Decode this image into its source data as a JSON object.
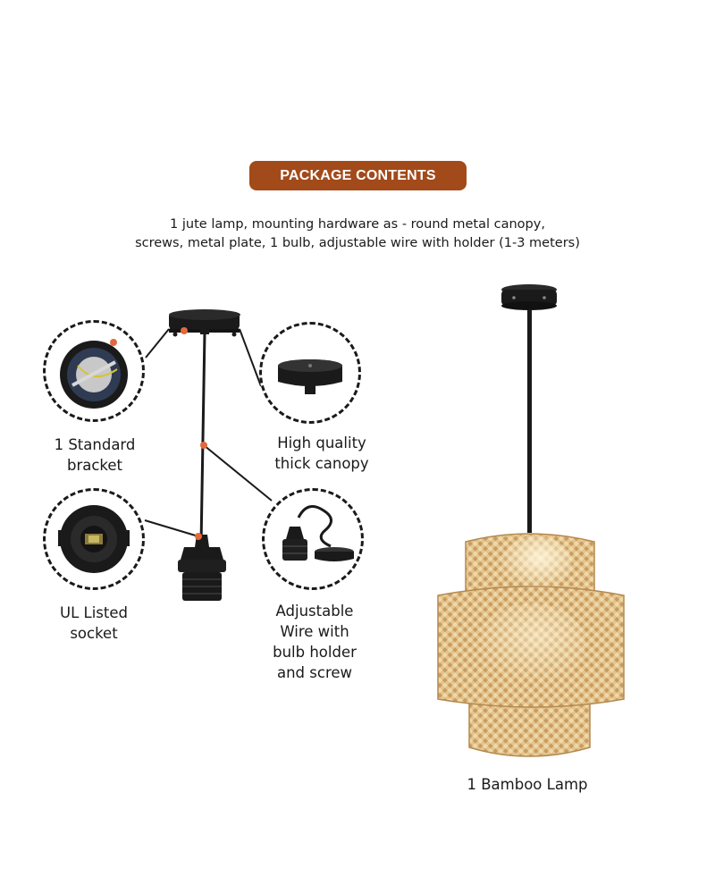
{
  "header": {
    "badge_text": "PACKAGE CONTENTS",
    "description_line1": "1 jute lamp, mounting hardware as - round metal canopy,",
    "description_line2": "screws, metal plate, 1 bulb, adjustable wire with holder (1-3 meters)"
  },
  "components": {
    "bracket": {
      "line1": "1 Standard",
      "line2": "bracket"
    },
    "canopy": {
      "line1": "High quality",
      "line2": "thick canopy"
    },
    "socket": {
      "line1": "UL Listed",
      "line2": "socket"
    },
    "wire": {
      "line1": "Adjustable",
      "line2": "Wire with",
      "line3": "bulb holder",
      "line4": "and screw"
    }
  },
  "lamp": {
    "caption": "1 Bamboo Lamp"
  },
  "colors": {
    "badge": "#a24a1a",
    "marker": "#e2693c",
    "bamboo": "#d8b47a",
    "hardware": "#1a1a1a"
  }
}
